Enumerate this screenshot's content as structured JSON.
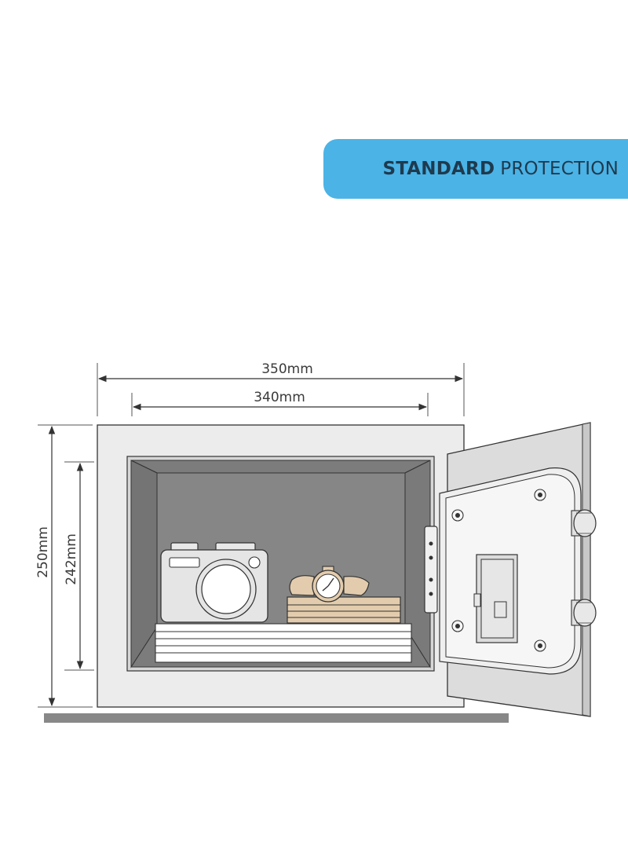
{
  "banner": {
    "bold": "STANDARD",
    "regular": "PROTECTION"
  },
  "dimensions": {
    "outer_width": "350mm",
    "inner_width": "340mm",
    "outer_height": "250mm",
    "inner_height": "242mm"
  },
  "colors": {
    "banner_bg": "#4bb3e6",
    "banner_text": "#1e3a4e",
    "safe_body": "#ececec",
    "safe_interior": "#7c7c7c",
    "door": "#dcdcdc",
    "watch_box": "#e3ccad",
    "floor": "#888888"
  }
}
